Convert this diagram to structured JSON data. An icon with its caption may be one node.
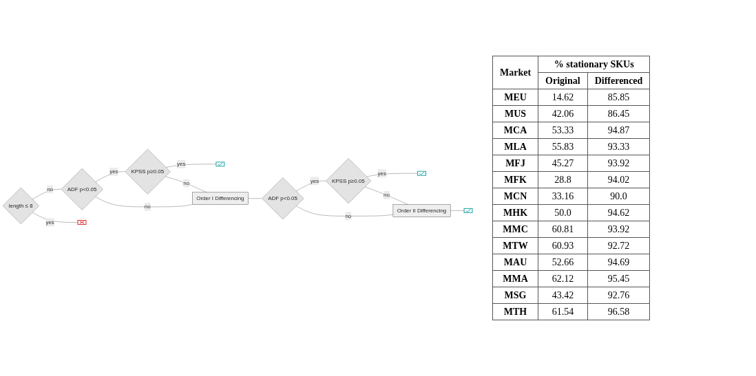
{
  "diagram": {
    "nodes": [
      {
        "text": [
          "length ≤ 8"
        ]
      },
      {
        "text": [
          "ADF p<0.05"
        ]
      },
      {
        "text": [
          "KPSS p≥0.05"
        ]
      },
      {
        "text": [],
        "shape": "picture"
      },
      {
        "text": [],
        "shape": "picture"
      },
      {
        "text": [
          "Order I Differencing"
        ]
      },
      {
        "text": [
          "ADF p<0.05"
        ]
      },
      {
        "text": [
          "KPSS p≥0.05"
        ]
      },
      {
        "text": [],
        "shape": "picture"
      },
      {
        "text": [
          "Order II Differencing"
        ]
      },
      {
        "text": [],
        "shape": "picture"
      }
    ],
    "edges": [
      {
        "from": 0,
        "to": 1,
        "arrow": "none",
        "label": "no"
      },
      {
        "from": 1,
        "to": 2,
        "arrow": "none",
        "label": "yes"
      },
      {
        "from": 2,
        "to": 3,
        "arrow": "none",
        "label": "yes"
      },
      {
        "from": 0,
        "to": 4,
        "arrow": "none",
        "label": "yes"
      },
      {
        "from": 1,
        "to": 5,
        "arrow": "none",
        "label": "no"
      },
      {
        "from": 2,
        "to": 5,
        "arrow": "none",
        "label": "no"
      },
      {
        "from": 5,
        "to": 6,
        "arrow": "none"
      },
      {
        "from": 6,
        "to": 7,
        "arrow": "none",
        "label": "yes"
      },
      {
        "from": 7,
        "to": 8,
        "arrow": "none",
        "label": "yes"
      },
      {
        "from": 6,
        "to": 9,
        "arrow": "none",
        "label": "no"
      },
      {
        "from": 7,
        "to": 9,
        "arrow": "none",
        "label": "no"
      },
      {
        "from": 9,
        "to": 10,
        "arrow": "none"
      }
    ],
    "labels": [
      "Market",
      "% stationary SKUs",
      "Original",
      "Differenced",
      "MEU",
      "14.62",
      "85.85",
      "MUS",
      "42.06",
      "86.45",
      "MCA",
      "53.33",
      "94.87",
      "MLA",
      "55.83",
      "93.33",
      "MFJ",
      "45.27",
      "93.92",
      "MFK",
      "28.8",
      "94.02",
      "MCN",
      "33.16",
      "90.0",
      "MHK",
      "50.0",
      "94.62",
      "MMC",
      "60.81",
      "93.92",
      "MTW",
      "60.93",
      "92.72",
      "MAU",
      "52.66",
      "94.69",
      "MMA",
      "62.12",
      "95.45",
      "MSG",
      "43.42",
      "92.76",
      "MTH",
      "61.54",
      "96.58"
    ]
  }
}
